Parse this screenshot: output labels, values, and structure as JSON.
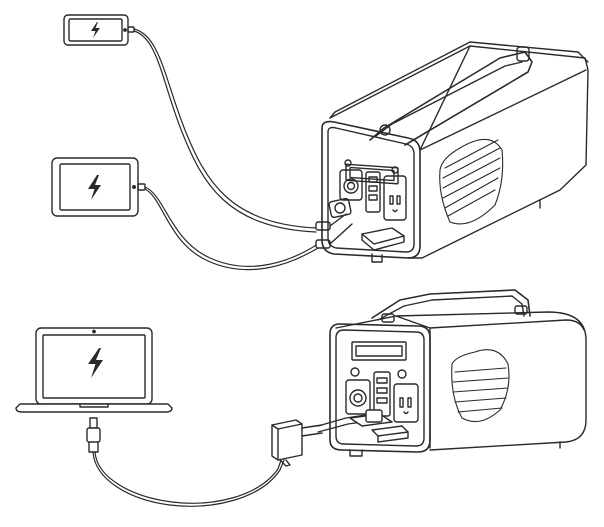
{
  "colors": {
    "line": "#2a2a2a",
    "background": "#ffffff",
    "screen_fill": "#ffffff"
  },
  "icons": {
    "charge_symbol": "lightning-bolt-icon"
  },
  "scenes": [
    {
      "id": "scene-phone-tablet",
      "power_station": "portable-power-station",
      "connected_devices": [
        "smartphone",
        "tablet"
      ],
      "cable_ends": [
        "usb-plug",
        "usb-plug"
      ]
    },
    {
      "id": "scene-laptop",
      "power_station": "portable-power-station",
      "connected_devices": [
        "laptop"
      ],
      "cable_ends": [
        "ac-adapter",
        "dc-barrel-plug"
      ]
    }
  ]
}
